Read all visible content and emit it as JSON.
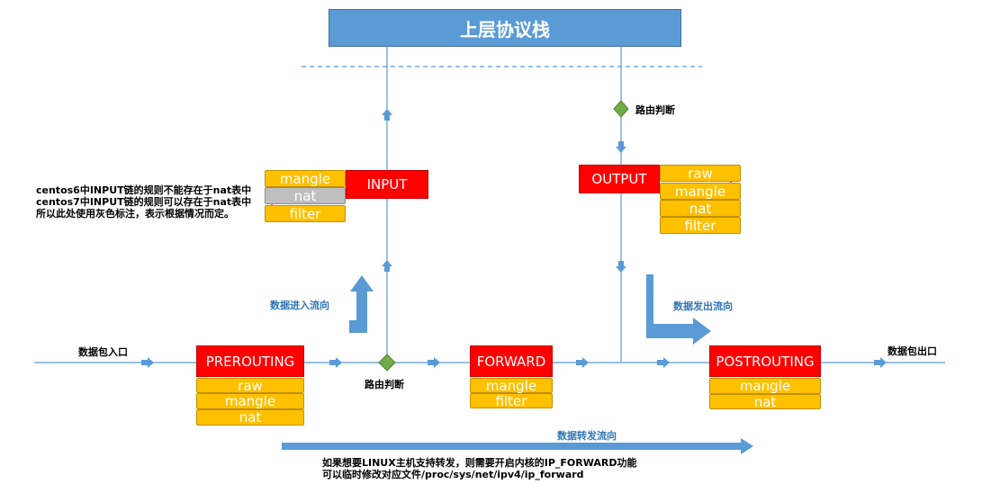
{
  "title": "上层协议栈",
  "chains": {
    "input": "INPUT",
    "output": "OUTPUT",
    "prerouting": "PREROUTING",
    "forward": "FORWARD",
    "postrouting": "POSTROUTING"
  },
  "tables": {
    "input": [
      "mangle",
      "nat",
      "filter"
    ],
    "output": [
      "raw",
      "mangle",
      "nat",
      "filter"
    ],
    "prerouting": [
      "raw",
      "mangle",
      "nat"
    ],
    "forward": [
      "mangle",
      "filter"
    ],
    "postrouting": [
      "mangle",
      "nat"
    ]
  },
  "labels": {
    "route_decision_top": "路由判断",
    "route_decision_bottom": "路由判断",
    "packet_in": "数据包入口",
    "packet_out": "数据包出口",
    "flow_in": "数据进入流向",
    "flow_out": "数据发出流向",
    "flow_forward": "数据转发流向"
  },
  "notes": {
    "centos": [
      "centos6中INPUT链的规则不能存在于nat表中",
      "centos7中INPUT链的规则可以存在于nat表中",
      "所以此处使用灰色标注，表示根据情况而定。"
    ],
    "forward": [
      "如果想要LINUX主机支持转发，则需要开启内核的IP_FORWARD功能",
      "可以临时修改对应文件/proc/sys/net/ipv4/ip_forward"
    ]
  },
  "colors": {
    "chain": "#ff0000",
    "table": "#ffc000",
    "table_conditional": "#bfbfbf",
    "stack": "#5b9bd5",
    "line": "#5b9bd5",
    "decision": "#70ad47"
  }
}
